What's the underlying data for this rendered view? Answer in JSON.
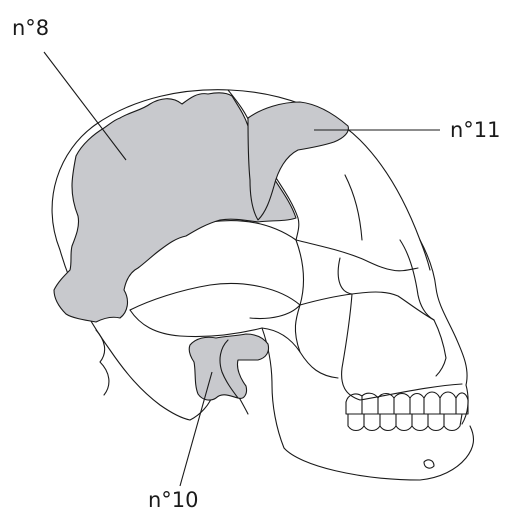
{
  "colors": {
    "fragment_fill": "#c8c9cd",
    "outline": "#1a1a1a",
    "background": "#ffffff"
  },
  "labels": {
    "fragment_8": "n°8",
    "fragment_11": "n°11",
    "fragment_10": "n°10"
  }
}
